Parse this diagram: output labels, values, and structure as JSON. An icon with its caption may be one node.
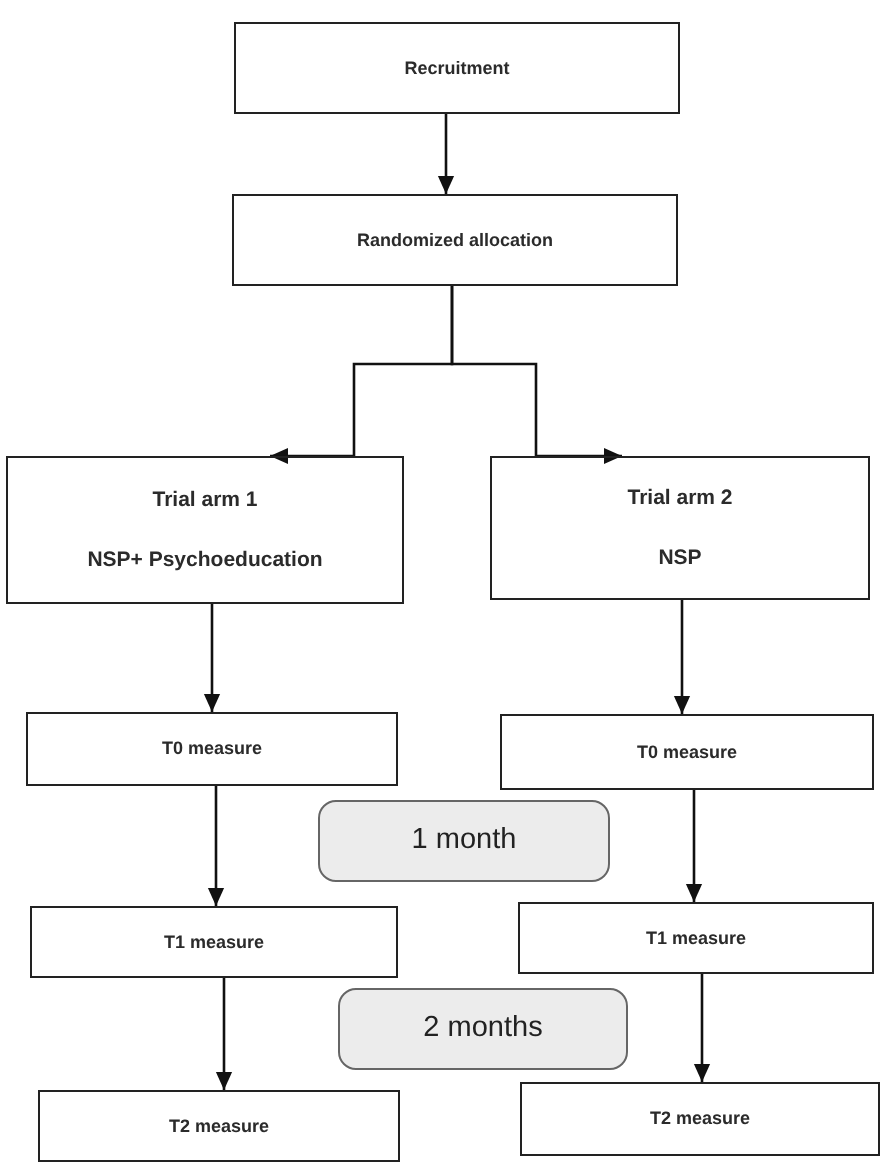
{
  "diagram": {
    "nodes": [
      {
        "text": [
          "Recruitment"
        ]
      },
      {
        "text": [
          "Randomized allocation"
        ]
      },
      {
        "text": [
          "Trial arm 1",
          "NSP+ Psychoeducation"
        ]
      },
      {
        "text": [
          "Trial arm 2",
          "NSP"
        ]
      },
      {
        "text": [
          "T0 measure"
        ]
      },
      {
        "text": [
          "T0 measure"
        ]
      },
      {
        "text": [
          "1 month"
        ]
      },
      {
        "text": [
          "T1 measure"
        ]
      },
      {
        "text": [
          "T1 measure"
        ]
      },
      {
        "text": [
          "2 months"
        ]
      },
      {
        "text": [
          "T2 measure"
        ]
      },
      {
        "text": [
          "T2 measure"
        ]
      }
    ],
    "edges": [
      {
        "from": 0,
        "to": 1,
        "arrow": "to"
      },
      {
        "from": 1,
        "to": 2,
        "arrow": "to"
      },
      {
        "from": 1,
        "to": 3,
        "arrow": "to"
      },
      {
        "from": 2,
        "to": 4,
        "arrow": "to"
      },
      {
        "from": 3,
        "to": 5,
        "arrow": "to"
      },
      {
        "from": 4,
        "to": 7,
        "arrow": "to"
      },
      {
        "from": 5,
        "to": 8,
        "arrow": "to"
      },
      {
        "from": 7,
        "to": 10,
        "arrow": "to"
      },
      {
        "from": 8,
        "to": 11,
        "arrow": "to"
      }
    ]
  }
}
